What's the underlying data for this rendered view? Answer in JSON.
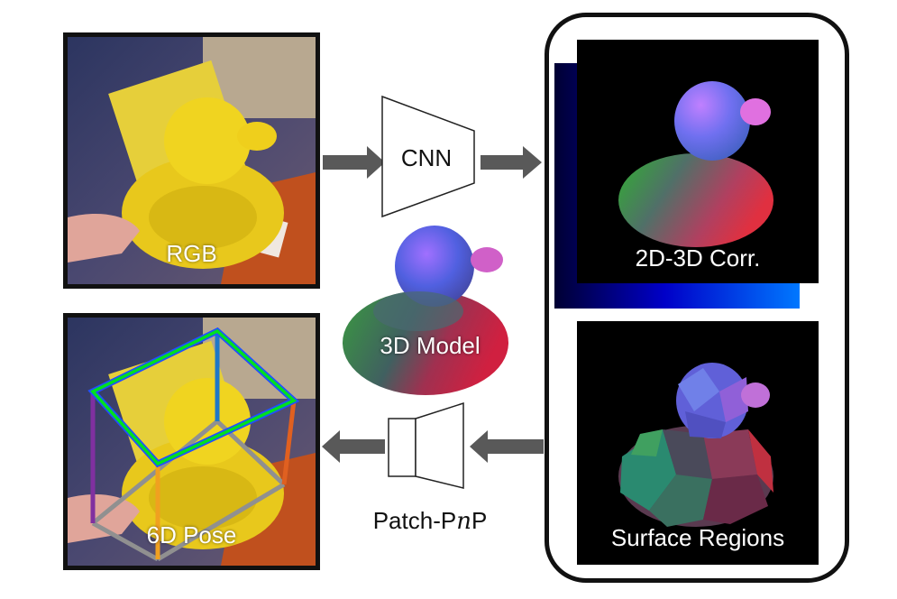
{
  "diagram": {
    "rgb_label": "RGB",
    "pose_label": "6D Pose",
    "cnn_label": "CNN",
    "model_label": "3D Model",
    "pnp_label_prefix": "Patch-P",
    "pnp_label_italic": "n",
    "pnp_label_suffix": "P",
    "corr_label": "2D-3D Corr.",
    "regions_label": "Surface Regions"
  },
  "colors": {
    "arrow": "#595959",
    "frame": "#111111",
    "duck_yellow": "#f2d21a",
    "box_green": "#00e020",
    "box_blue": "#2050ff"
  },
  "icons": [
    "cnn-trapezoid-icon",
    "pnp-speaker-icon",
    "duck-icon"
  ]
}
